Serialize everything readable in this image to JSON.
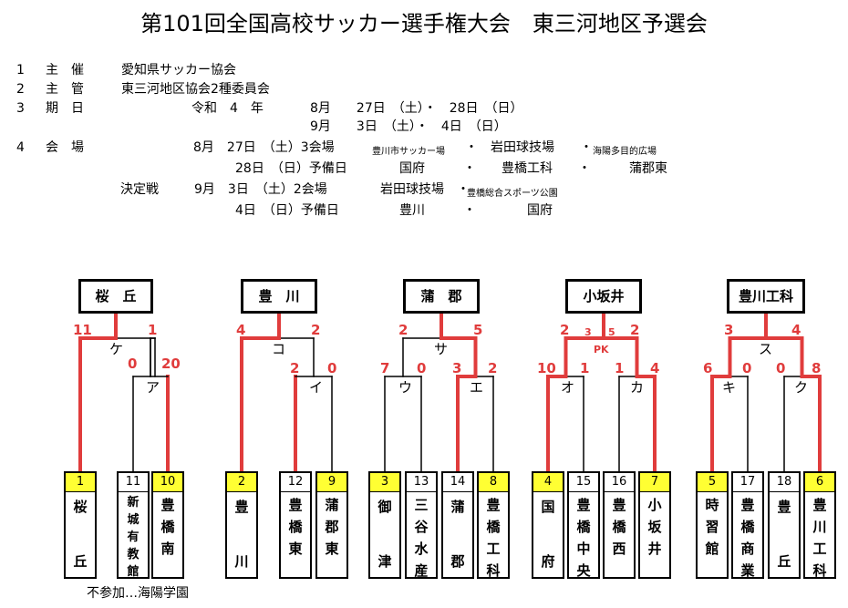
{
  "title": "第101回全国高校サッカー選手権大会　東三河地区予選会",
  "info": {
    "l1": {
      "num": "1",
      "label": "主　催",
      "value": "愛知県サッカー協会"
    },
    "l2": {
      "num": "2",
      "label": "主　管",
      "value": "東三河地区協会2種委員会"
    },
    "l3": {
      "num": "3",
      "label": "期　日",
      "era": "令和　4　年",
      "d1": "8月　　27日　（土）・　28日　（日）",
      "d2": "9月　　3日　（土）・　4日　（日）"
    },
    "l4": {
      "num": "4",
      "label": "会　場",
      "r1a": "8月　27日　（土）3会場",
      "r1b": "豊川市サッカー場",
      "r1c": "・　岩田球技場　　・",
      "r1d": "海陽多目的広場",
      "r2a": "28日　（日）予備日",
      "r2b": "国府　　　・　　豊橋工科　　・　　　蒲郡東"
    },
    "l5": {
      "label": "決定戦",
      "a": "9月　3日　（土）2会場",
      "b": "岩田球技場　・",
      "c": "豊橋総合スポーツ公園"
    },
    "l6": {
      "a": "4日　（日）予備日",
      "b": "豊川　　　・　　　　国府"
    }
  },
  "blocks": [
    {
      "champion": "桜　丘",
      "top": {
        "label": "ケ",
        "left": "11",
        "right": "1"
      },
      "left": {
        "label": "",
        "a": "",
        "b": ""
      },
      "right": {
        "label": "ア",
        "a": "0",
        "b": "20"
      }
    },
    {
      "champion": "豊　川",
      "top": {
        "label": "コ",
        "left": "4",
        "right": "2"
      },
      "left": {
        "label": "",
        "a": "",
        "b": ""
      },
      "right": {
        "label": "イ",
        "a": "2",
        "b": "0"
      }
    },
    {
      "champion": "蒲　郡",
      "top": {
        "label": "サ",
        "left": "2",
        "right": "5"
      },
      "left": {
        "label": "ウ",
        "a": "7",
        "b": "0"
      },
      "right": {
        "label": "エ",
        "a": "3",
        "b": "2"
      }
    },
    {
      "champion": "小坂井",
      "top": {
        "label": "PK",
        "left": "2",
        "right": "2",
        "pkLeft": "3",
        "pkRight": "5"
      },
      "left": {
        "label": "オ",
        "a": "10",
        "b": "1"
      },
      "right": {
        "label": "カ",
        "a": "1",
        "b": "4"
      }
    },
    {
      "champion": "豊川工科",
      "top": {
        "label": "ス",
        "left": "3",
        "right": "4"
      },
      "left": {
        "label": "キ",
        "a": "6",
        "b": "0"
      },
      "right": {
        "label": "ク",
        "a": "0",
        "b": "8"
      }
    }
  ],
  "teams": [
    {
      "num": "1",
      "name": [
        "桜",
        "丘"
      ],
      "seed": true,
      "winner": true
    },
    {
      "num": "11",
      "name": [
        "新",
        "城",
        "有",
        "教",
        "館"
      ],
      "seed": false,
      "winner": false
    },
    {
      "num": "10",
      "name": [
        "豊",
        "橋",
        "南"
      ],
      "seed": true,
      "winner": true
    },
    {
      "num": "2",
      "name": [
        "豊",
        "川"
      ],
      "seed": true,
      "winner": true
    },
    {
      "num": "12",
      "name": [
        "豊",
        "橋",
        "東"
      ],
      "seed": false,
      "winner": true
    },
    {
      "num": "9",
      "name": [
        "蒲",
        "郡",
        "東"
      ],
      "seed": true,
      "winner": false
    },
    {
      "num": "3",
      "name": [
        "御",
        "津"
      ],
      "seed": true,
      "winner": false
    },
    {
      "num": "13",
      "name": [
        "三",
        "谷",
        "水",
        "産"
      ],
      "seed": false,
      "winner": false
    },
    {
      "num": "14",
      "name": [
        "蒲",
        "郡"
      ],
      "seed": false,
      "winner": true
    },
    {
      "num": "8",
      "name": [
        "豊",
        "橋",
        "工",
        "科"
      ],
      "seed": true,
      "winner": false
    },
    {
      "num": "4",
      "name": [
        "国",
        "府"
      ],
      "seed": true,
      "winner": true
    },
    {
      "num": "15",
      "name": [
        "豊",
        "橋",
        "中",
        "央"
      ],
      "seed": false,
      "winner": false
    },
    {
      "num": "16",
      "name": [
        "豊",
        "橋",
        "西"
      ],
      "seed": false,
      "winner": false
    },
    {
      "num": "7",
      "name": [
        "小",
        "坂",
        "井"
      ],
      "seed": true,
      "winner": true
    },
    {
      "num": "5",
      "name": [
        "時",
        "習",
        "館"
      ],
      "seed": true,
      "winner": false
    },
    {
      "num": "17",
      "name": [
        "豊",
        "橋",
        "商",
        "業"
      ],
      "seed": false,
      "winner": false
    },
    {
      "num": "18",
      "name": [
        "豊",
        "丘"
      ],
      "seed": false,
      "winner": false
    },
    {
      "num": "6",
      "name": [
        "豊",
        "川",
        "工",
        "科"
      ],
      "seed": true,
      "winner": true
    }
  ],
  "note": "不参加…海陽学園",
  "colors": {
    "win_line": "#e03c3c",
    "seed_fill": "#ffff33",
    "line": "#000000"
  }
}
